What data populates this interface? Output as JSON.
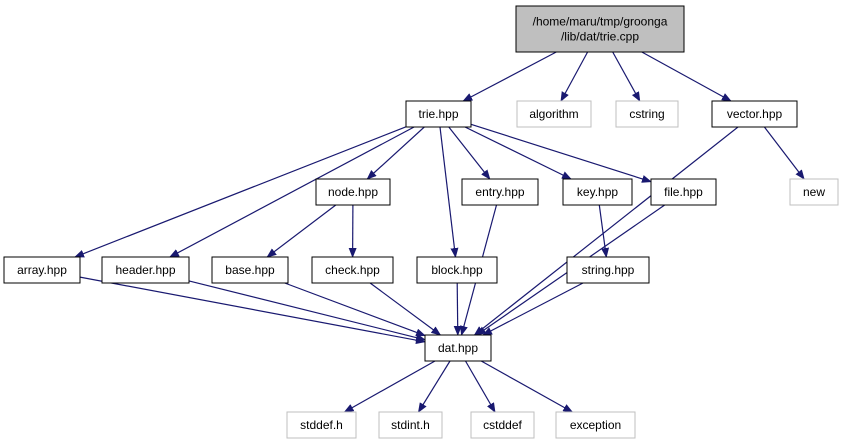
{
  "graph": {
    "nodes": [
      {
        "id": "trie_cpp",
        "lines": [
          "/home/maru/tmp/groonga",
          "/lib/dat/trie.cpp"
        ],
        "kind": "root"
      },
      {
        "id": "trie_hpp",
        "lines": [
          "trie.hpp"
        ],
        "kind": "file"
      },
      {
        "id": "algorithm",
        "lines": [
          "algorithm"
        ],
        "kind": "system"
      },
      {
        "id": "cstring",
        "lines": [
          "cstring"
        ],
        "kind": "system"
      },
      {
        "id": "vector_hpp",
        "lines": [
          "vector.hpp"
        ],
        "kind": "file"
      },
      {
        "id": "new",
        "lines": [
          "new"
        ],
        "kind": "system"
      },
      {
        "id": "node_hpp",
        "lines": [
          "node.hpp"
        ],
        "kind": "file"
      },
      {
        "id": "entry_hpp",
        "lines": [
          "entry.hpp"
        ],
        "kind": "file"
      },
      {
        "id": "key_hpp",
        "lines": [
          "key.hpp"
        ],
        "kind": "file"
      },
      {
        "id": "file_hpp",
        "lines": [
          "file.hpp"
        ],
        "kind": "file"
      },
      {
        "id": "array_hpp",
        "lines": [
          "array.hpp"
        ],
        "kind": "file"
      },
      {
        "id": "header_hpp",
        "lines": [
          "header.hpp"
        ],
        "kind": "file"
      },
      {
        "id": "base_hpp",
        "lines": [
          "base.hpp"
        ],
        "kind": "file"
      },
      {
        "id": "check_hpp",
        "lines": [
          "check.hpp"
        ],
        "kind": "file"
      },
      {
        "id": "block_hpp",
        "lines": [
          "block.hpp"
        ],
        "kind": "file"
      },
      {
        "id": "string_hpp",
        "lines": [
          "string.hpp"
        ],
        "kind": "file"
      },
      {
        "id": "dat_hpp",
        "lines": [
          "dat.hpp"
        ],
        "kind": "file"
      },
      {
        "id": "stddef_h",
        "lines": [
          "stddef.h"
        ],
        "kind": "system"
      },
      {
        "id": "stdint_h",
        "lines": [
          "stdint.h"
        ],
        "kind": "system"
      },
      {
        "id": "cstddef",
        "lines": [
          "cstddef"
        ],
        "kind": "system"
      },
      {
        "id": "exception",
        "lines": [
          "exception"
        ],
        "kind": "system"
      }
    ],
    "edges": [
      [
        "trie_cpp",
        "trie_hpp"
      ],
      [
        "trie_cpp",
        "algorithm"
      ],
      [
        "trie_cpp",
        "cstring"
      ],
      [
        "trie_cpp",
        "vector_hpp"
      ],
      [
        "trie_hpp",
        "array_hpp"
      ],
      [
        "trie_hpp",
        "header_hpp"
      ],
      [
        "trie_hpp",
        "node_hpp"
      ],
      [
        "trie_hpp",
        "block_hpp"
      ],
      [
        "trie_hpp",
        "entry_hpp"
      ],
      [
        "trie_hpp",
        "key_hpp"
      ],
      [
        "trie_hpp",
        "file_hpp"
      ],
      [
        "vector_hpp",
        "new"
      ],
      [
        "vector_hpp",
        "dat_hpp"
      ],
      [
        "node_hpp",
        "base_hpp"
      ],
      [
        "node_hpp",
        "check_hpp"
      ],
      [
        "key_hpp",
        "string_hpp"
      ],
      [
        "array_hpp",
        "dat_hpp"
      ],
      [
        "header_hpp",
        "dat_hpp"
      ],
      [
        "base_hpp",
        "dat_hpp"
      ],
      [
        "check_hpp",
        "dat_hpp"
      ],
      [
        "block_hpp",
        "dat_hpp"
      ],
      [
        "entry_hpp",
        "dat_hpp"
      ],
      [
        "string_hpp",
        "dat_hpp"
      ],
      [
        "file_hpp",
        "dat_hpp"
      ],
      [
        "dat_hpp",
        "stddef_h"
      ],
      [
        "dat_hpp",
        "stdint_h"
      ],
      [
        "dat_hpp",
        "cstddef"
      ],
      [
        "dat_hpp",
        "exception"
      ]
    ]
  },
  "colors": {
    "edge": "#191970",
    "root_fill": "#bfbfbf",
    "node_border": "#000000",
    "system_border": "#bfbfbf",
    "text": "#000000",
    "system_text": "#000000"
  }
}
